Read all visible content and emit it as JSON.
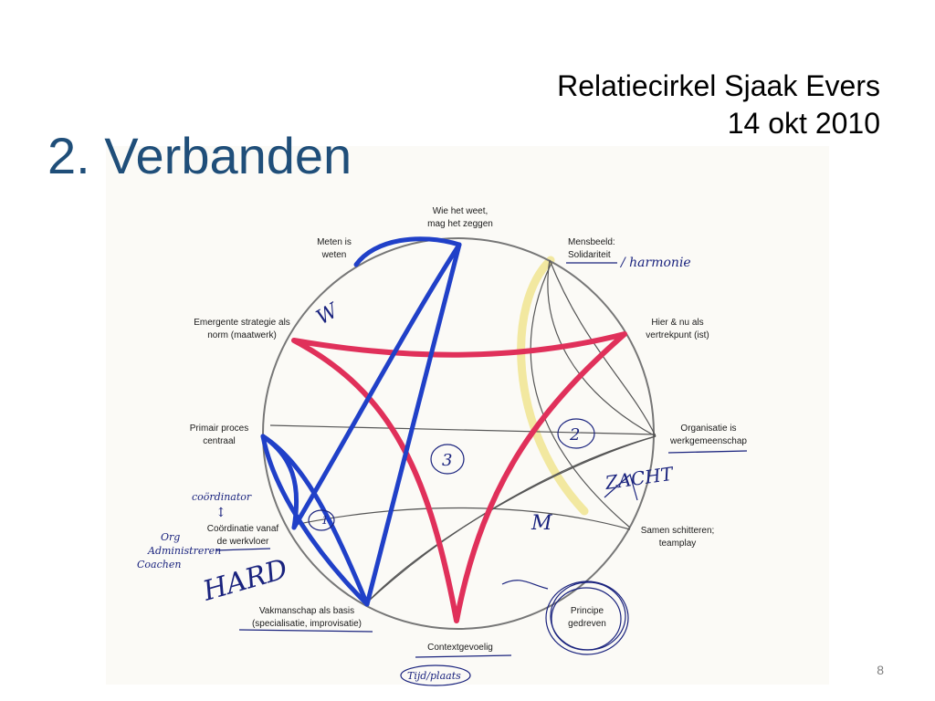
{
  "slide": {
    "title": "2. Verbanden",
    "subtitle_line1": "Relatiecirkel Sjaak Evers",
    "subtitle_line2": "14 okt 2010",
    "page_number": "8"
  },
  "diagram": {
    "nodes": [
      {
        "id": "wie-het-weet",
        "lines": [
          "Wie het weet,",
          "mag het zeggen"
        ]
      },
      {
        "id": "mensbeeld",
        "lines": [
          "Mensbeeld:",
          "Solidariteit"
        ]
      },
      {
        "id": "hier-en-nu",
        "lines": [
          "Hier & nu als",
          "vertrekpunt (ist)"
        ]
      },
      {
        "id": "organisatie",
        "lines": [
          "Organisatie is",
          "werkgemeenschap"
        ]
      },
      {
        "id": "samen-schitteren",
        "lines": [
          "Samen schitteren;",
          "teamplay"
        ]
      },
      {
        "id": "principe",
        "lines": [
          "Principe",
          "gedreven"
        ]
      },
      {
        "id": "contextgevoelig",
        "lines": [
          "Contextgevoelig"
        ]
      },
      {
        "id": "vakmanschap",
        "lines": [
          "Vakmanschap als basis",
          "(specialisatie, improvisatie)"
        ]
      },
      {
        "id": "coordinatie",
        "lines": [
          "Coördinatie vanaf",
          "de werkvloer"
        ]
      },
      {
        "id": "primair-proces",
        "lines": [
          "Primair proces",
          "centraal"
        ]
      },
      {
        "id": "emergente",
        "lines": [
          "Emergente strategie als",
          "norm (maatwerk)"
        ]
      },
      {
        "id": "meten",
        "lines": [
          "Meten is",
          "weten"
        ]
      }
    ],
    "annotations": {
      "harmonie": "/ harmonie",
      "coordinator": "coördinator",
      "org": "Org",
      "administreren": "Administreren",
      "coachen": "Coachen",
      "hard": "HARD",
      "zacht": "ZACHT",
      "tijdsplaats": "Tijd/plaats",
      "num1": "1",
      "num2": "2",
      "num3": "3",
      "w1": "W",
      "m1": "M"
    },
    "colors": {
      "blue": "#2040c8",
      "red": "#e0305a",
      "yellow": "#f2e8a0",
      "circle": "#777777"
    }
  }
}
